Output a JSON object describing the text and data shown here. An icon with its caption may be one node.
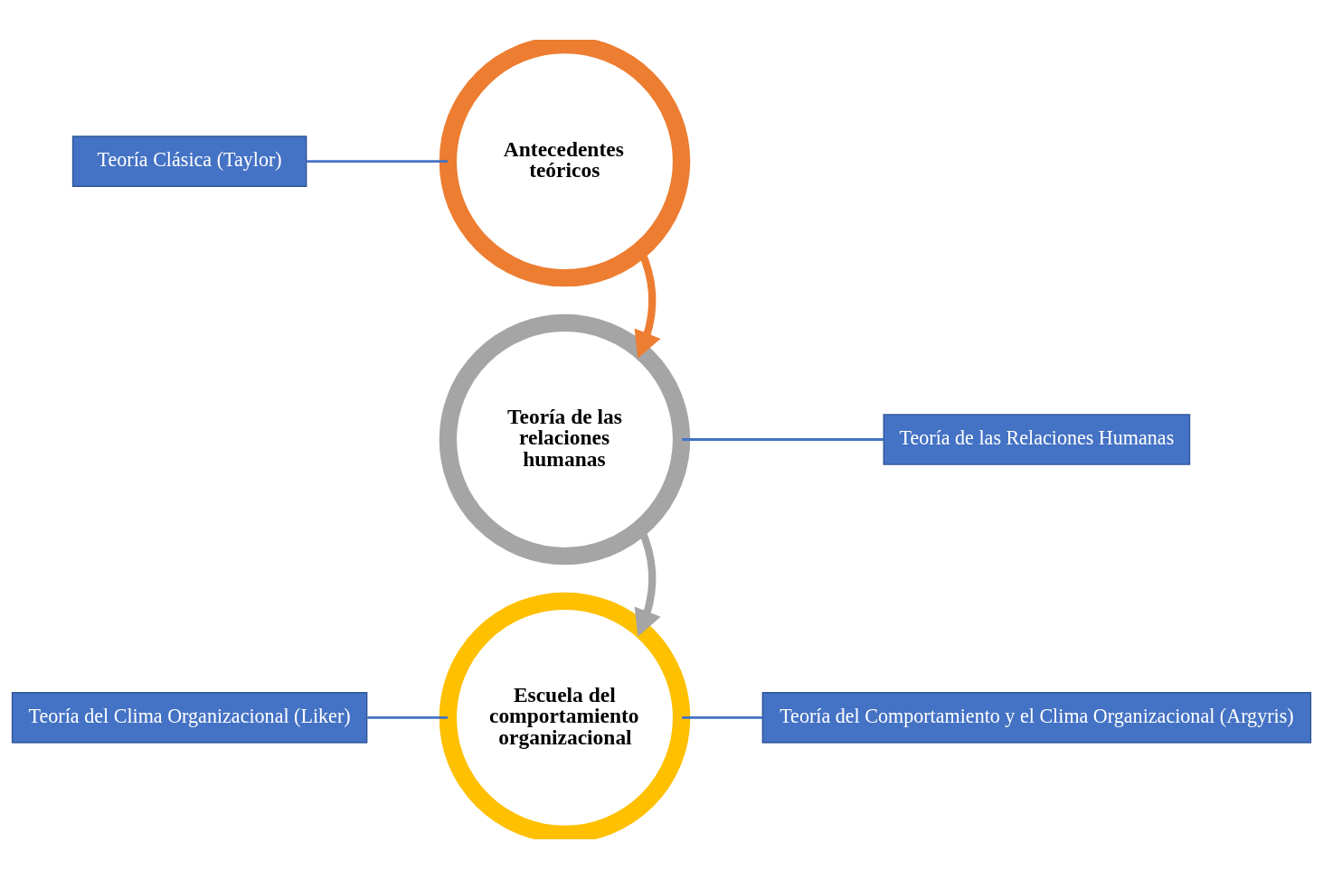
{
  "diagram": {
    "nodes": [
      {
        "text": [
          "Antecedentes teóricos"
        ]
      },
      {
        "text": [
          "Teoría Clásica (Taylor)"
        ]
      },
      {
        "text": [
          "Teoría de las relaciones humanas"
        ]
      },
      {
        "text": [
          "Teoría de las Relaciones Humanas"
        ]
      },
      {
        "text": [
          "Teoría del Clima Organizacional (Liker)"
        ]
      },
      {
        "text": [
          "Escuela del comportamiento organizacional"
        ]
      },
      {
        "text": [
          "Teoría del Comportamiento y el Clima Organizacional (Argyris)"
        ]
      }
    ],
    "edges": [
      {
        "from": 0,
        "to": 2,
        "arrow": "to",
        "style": "thick",
        "color": "#ed7d31"
      },
      {
        "from": 2,
        "to": 5,
        "arrow": "to",
        "style": "thick",
        "color": "#a5a5a5"
      },
      {
        "from": 1,
        "to": 0,
        "arrow": "none"
      },
      {
        "from": 2,
        "to": 3,
        "arrow": "none"
      },
      {
        "from": 4,
        "to": 5,
        "arrow": "none"
      },
      {
        "from": 5,
        "to": 6,
        "arrow": "none"
      }
    ]
  }
}
